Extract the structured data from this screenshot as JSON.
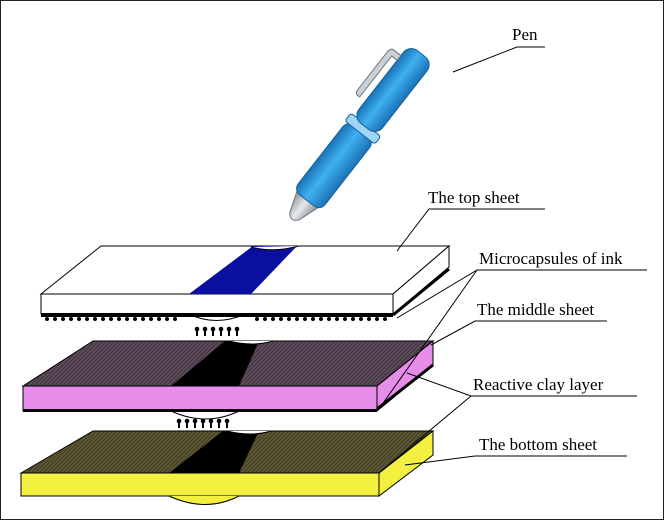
{
  "labels": {
    "pen": "Pen",
    "top_sheet": "The top sheet",
    "microcapsules": "Microcapsules of ink",
    "middle_sheet": "The middle sheet",
    "reactive_clay": "Reactive clay layer",
    "bottom_sheet": "The bottom sheet"
  },
  "colors": {
    "pen_body": "#2c9ae0",
    "pen_shade": "#1a73b8",
    "pen_ring": "#9fd6f5",
    "pen_tip": "#b9bec4",
    "ink_blue": "#0a0fa0",
    "ink_black": "#000000",
    "top_sheet": "#ffffff",
    "middle_face": "#4a3a48",
    "middle_edge": "#e58de8",
    "bottom_face": "#4a4526",
    "bottom_edge": "#f4f040",
    "capsule": "#000000"
  }
}
